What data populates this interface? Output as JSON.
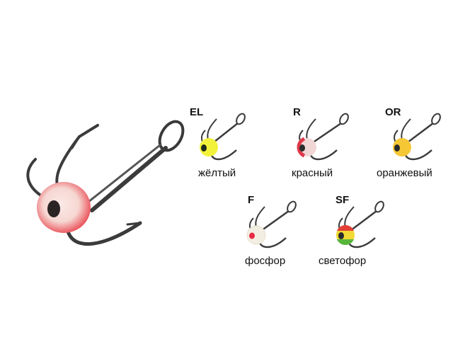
{
  "hero": {
    "icon": "treble-hook-icon",
    "bead_colors": [
      "#f6d7d2",
      "#e8404a"
    ],
    "eye_color": "#2b2424"
  },
  "variants": [
    {
      "code": "EL",
      "name": "жёлтый",
      "icon": "treble-hook-icon",
      "bead": "#f2f23a",
      "accent": "#f2f23a",
      "eye": "#1e2a1a"
    },
    {
      "code": "R",
      "name": "красный",
      "icon": "treble-hook-icon",
      "bead": "#f1d6d6",
      "accent": "#e0394a",
      "eye": "#2a2a2a"
    },
    {
      "code": "OR",
      "name": "оранжевый",
      "icon": "treble-hook-icon",
      "bead": "#f6c734",
      "accent": "#f2b626",
      "eye": "#2a2a2a"
    },
    {
      "code": "F",
      "name": "фосфор",
      "icon": "treble-hook-icon",
      "bead": "#f3eee2",
      "accent": "#f3eee2",
      "eye": "#e82a45"
    },
    {
      "code": "SF",
      "name": "светофор",
      "icon": "treble-hook-icon",
      "bead": "#e24036",
      "accent": "#57b63a",
      "eye": "#2a2a2a",
      "mid": "#f3d935"
    }
  ]
}
